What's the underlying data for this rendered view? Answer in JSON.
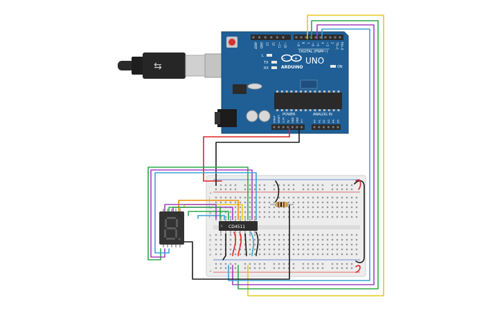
{
  "arduino": {
    "brand": "ARDUINO",
    "model": "UNO",
    "digital_label": "DIGITAL (PWM~)",
    "power_label": "POWER",
    "analog_label": "ANALOG IN",
    "led_l": "L",
    "led_tx": "TX",
    "led_rx": "RX",
    "led_on": "ON",
    "top_pins": [
      "AREF",
      "GND",
      "13",
      "12",
      "~11",
      "~10",
      "~9",
      "8",
      "7",
      "~6",
      "~5",
      "4",
      "~3",
      "2",
      "TX→1",
      "RX←0"
    ],
    "power_pins": [
      "IOREF",
      "RESET",
      "3.3V",
      "5V",
      "GND",
      "GND",
      "Vin"
    ],
    "analog_pins": [
      "A0",
      "A1",
      "A2",
      "A3",
      "A4",
      "A5"
    ]
  },
  "chip": {
    "label": "CD4511"
  },
  "breadboard": {
    "rows_top": [
      "j",
      "i",
      "h",
      "g",
      "f"
    ],
    "rows_bottom": [
      "e",
      "d",
      "c",
      "b",
      "a"
    ],
    "rail_plus": "+",
    "rail_minus": "-"
  },
  "seven_segment": {
    "digit": "8"
  },
  "wire_colors": {
    "red": "#e02020",
    "black": "#1a1a1a",
    "green": "#2aa84a",
    "purple": "#a040c0",
    "blue": "#3aa0d8",
    "yellow": "#e8c820",
    "orange": "#f08a00",
    "board_blue": "#1f5f96",
    "breadboard": "#ededed"
  }
}
